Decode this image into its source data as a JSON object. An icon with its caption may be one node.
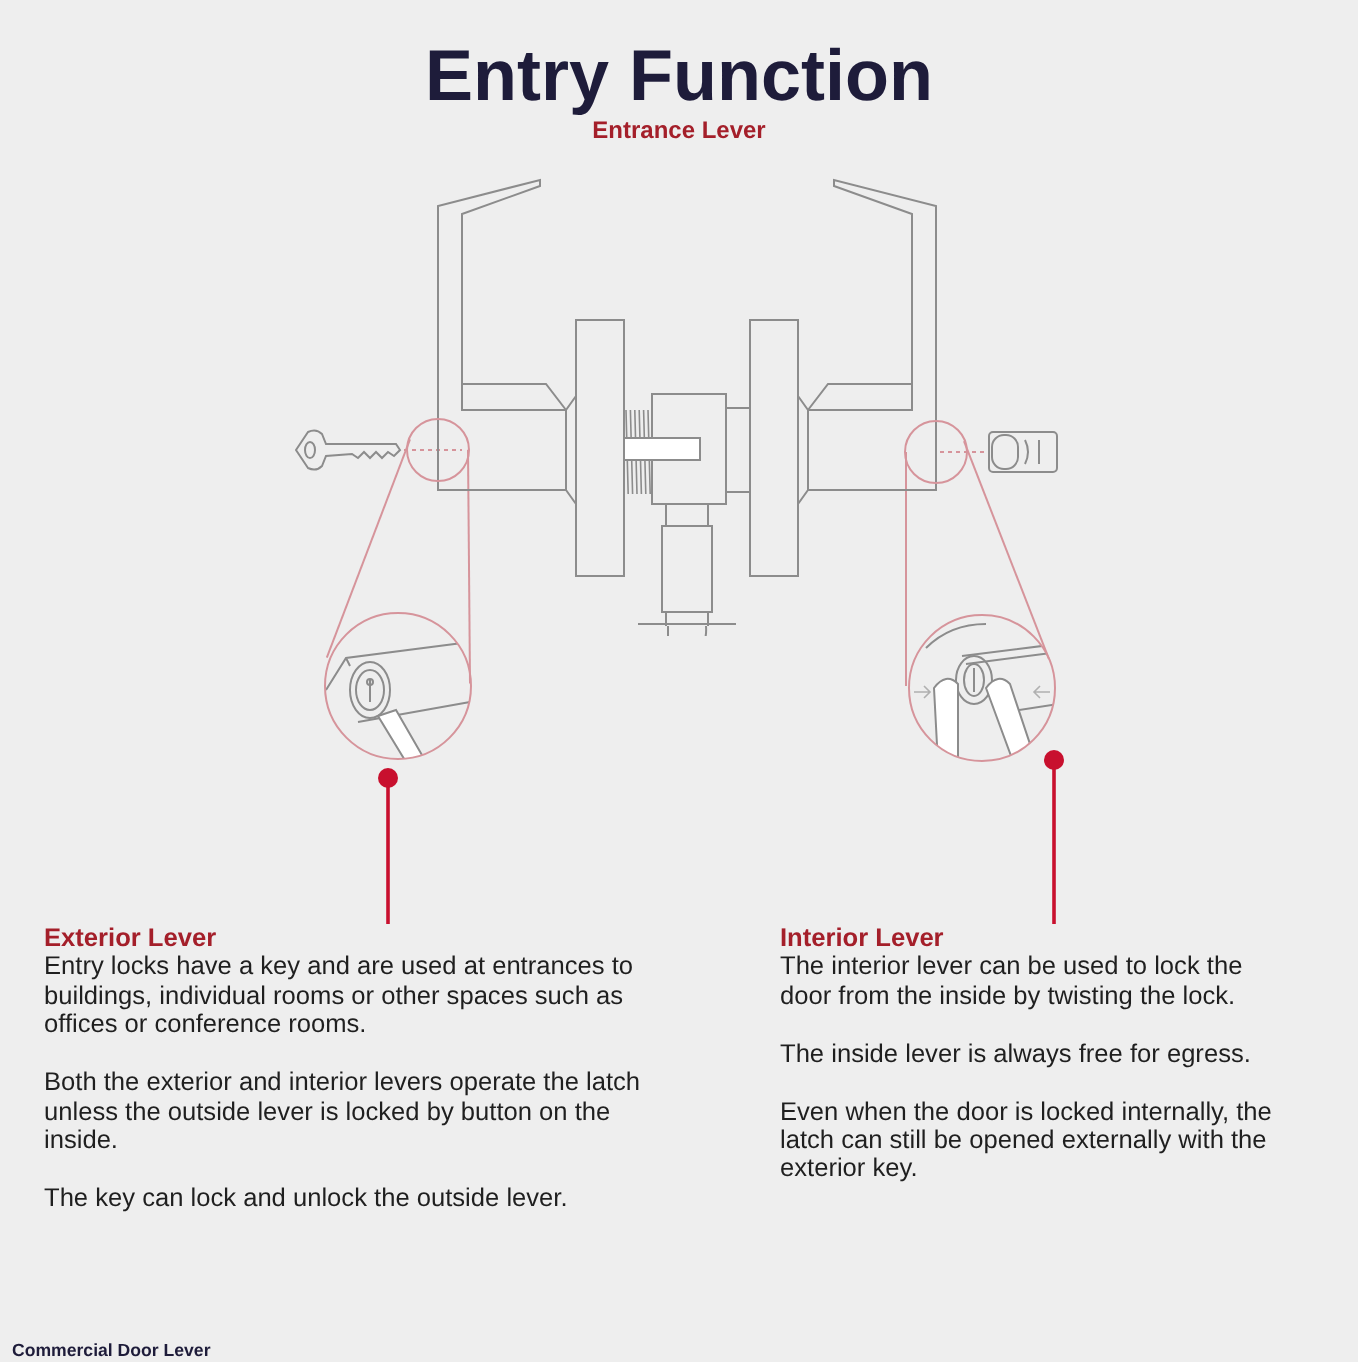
{
  "diagram": {
    "title": "Entry Function",
    "nodes": [
      {
        "text": [],
        "shape": "picture"
      },
      {
        "text": [],
        "shape": "circle",
        "in": 0
      },
      {
        "text": [],
        "shape": "circle",
        "in": 0
      },
      {
        "text": [],
        "shape": "picture"
      },
      {
        "text": [],
        "shape": "picture"
      },
      {
        "text": [
          "Exterior Lever",
          "Entry locks have a key and are used at entrances to buildings, individual rooms or other spaces such as offices or conference rooms.",
          "Both the exterior and interior levers operate the latch unless the outside lever is locked by button on the inside.",
          "The key can lock and unlock the outside lever."
        ]
      },
      {
        "text": [
          "Interior Lever",
          "The interior lever can be used to lock the door from the inside by twisting the lock.",
          "The inside lever is always free for egress.",
          "Even when the door is locked internally, the latch can still be opened externally with the exterior key."
        ]
      }
    ],
    "edges": [
      {
        "from": 1,
        "to": 3,
        "arrow": "none"
      },
      {
        "from": 1,
        "to": 3,
        "arrow": "none"
      },
      {
        "from": 2,
        "to": 4,
        "arrow": "none"
      },
      {
        "from": 2,
        "to": 4,
        "arrow": "none"
      },
      {
        "from": 5,
        "to": 3,
        "arrow": "other",
        "color": "#c8102e"
      },
      {
        "from": 6,
        "to": 4,
        "arrow": "other",
        "color": "#c8102e"
      }
    ],
    "labels": [
      "Entrance Lever",
      "Commercial Door Lever"
    ]
  }
}
